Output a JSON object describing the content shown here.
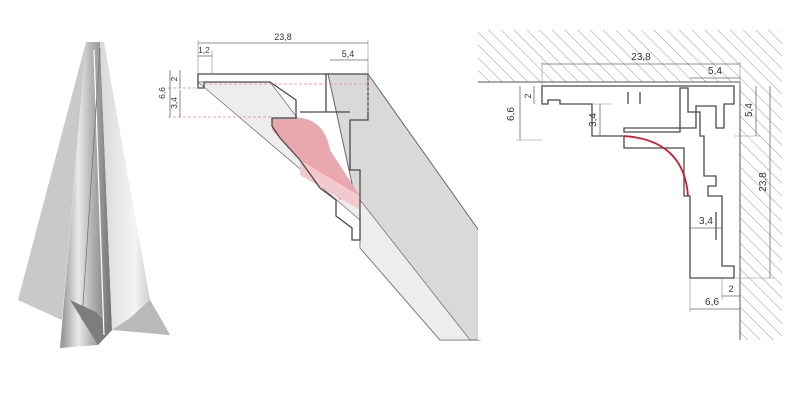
{
  "colors": {
    "accent_red": "#c81e2e",
    "pink_fill": "#e9a8ae",
    "light_pink": "#f2c9cd",
    "hatch": "#9a9a9a",
    "aluminium_light": "#e6e6e6",
    "aluminium_dark": "#8c8c8c",
    "panel_grey": "#d9d9d9"
  },
  "perspective_dims": {
    "width_total": "23,8",
    "top_right": "5,4",
    "thickness": "1,2",
    "height_total": "6,6",
    "lip": "2",
    "gap": "3,4"
  },
  "section_dims": {
    "width_total": "23,8",
    "top_right": "5,4",
    "left_height": "6,6",
    "left_lip": "2",
    "slot": "3,4",
    "right_top": "5,4",
    "right_total": "23,8",
    "bottom_slot": "3,4",
    "bottom_width": "6,6",
    "bottom_lip": "2"
  }
}
